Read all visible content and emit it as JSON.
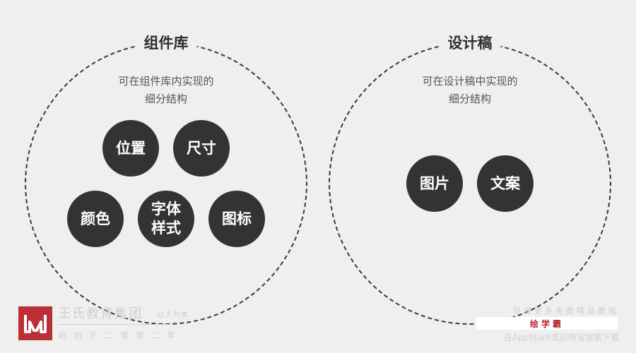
{
  "groups": {
    "component_library": {
      "title": "组件库",
      "desc_line1": "可在组件库内实现的",
      "desc_line2": "细分结构",
      "items": [
        "位置",
        "尺寸",
        "颜色",
        "字体",
        "样式",
        "图标"
      ]
    },
    "design_draft": {
      "title": "设计稿",
      "desc_line1": "可在设计稿中实现的",
      "desc_line2": "细分结构",
      "items": [
        "图片",
        "文案"
      ]
    }
  },
  "watermark": {
    "brand": "王氏教育集团",
    "slogan": "以人为本",
    "founded": "始创于二零零二年",
    "right_top": "获得更多免费精品教程",
    "right_app": "绘学霸",
    "right_bottom": "在AppStore或应用宝搜索下载"
  },
  "colors": {
    "background": "#efefef",
    "bubble": "#333333",
    "bubble_text": "#ffffff",
    "ring": "#3a3a3a",
    "brand_red": "#b8262c"
  }
}
